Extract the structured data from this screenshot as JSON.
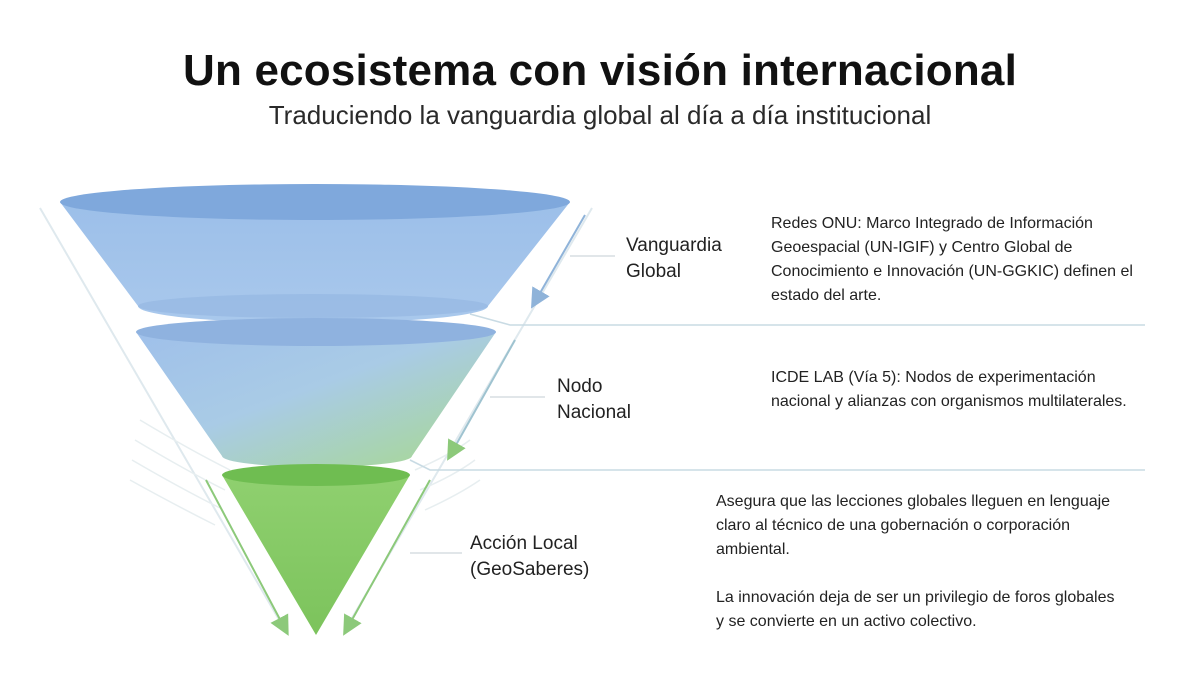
{
  "header": {
    "title": "Un ecosistema con visión internacional",
    "subtitle": "Traduciendo la vanguardia global al día a día institucional"
  },
  "levels": [
    {
      "label_line1": "Vanguardia",
      "label_line2": "Global",
      "description": "Redes ONU: Marco Integrado de Información Geoespacial (UN-IGIF) y Centro Global de Conocimiento e Innovación (UN-GGKIC) definen el estado del arte."
    },
    {
      "label_line1": "Nodo",
      "label_line2": "Nacional",
      "description": "ICDE LAB (Vía 5): Nodos de experimentación nacional y alianzas con organismos multilaterales."
    },
    {
      "label_line1": "Acción Local",
      "label_line2": "(GeoSaberes)",
      "description": "Asegura que las lecciones globales lleguen en lenguaje claro al técnico de una gobernación o corporación ambiental.",
      "description2": "La innovación deja de ser un privilegio de foros globales y se convierte en un activo colectivo."
    }
  ],
  "colors": {
    "blue_top": "#8fb4e3",
    "blue_mid": "#a7c6ea",
    "green": "#8ccf6e",
    "green_dark": "#6fbf52",
    "line": "#c9dbe4",
    "arrow_blue": "#8fb3d9",
    "arrow_green": "#8cc97a"
  }
}
